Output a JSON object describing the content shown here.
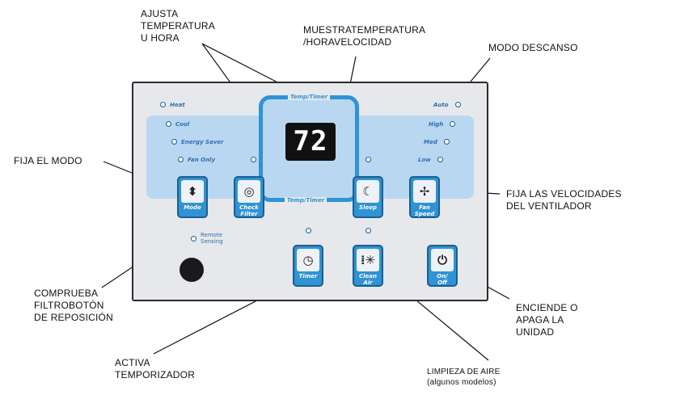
{
  "callouts": {
    "adjust": [
      "AJUSTA",
      "TEMPERATURA",
      "U HORA"
    ],
    "display": [
      "MUESTRATEMPERATURA",
      "/HORAVELOCIDAD"
    ],
    "sleep_mode": [
      "MODO DESCANSO"
    ],
    "set_mode": [
      "FIJA EL MODO"
    ],
    "fan_speed": [
      "FIJA LAS VELOCIDADES",
      "DEL VENTILADOR"
    ],
    "filter": [
      "COMPRUEBA",
      "FILTROBOTÓN",
      "DE REPOSICIÓN"
    ],
    "timer": [
      "ACTIVA",
      "TEMPORIZADOR"
    ],
    "power": [
      "ENCIENDE O",
      "APAGA LA",
      "UNIDAD"
    ],
    "clean_air": [
      "LIMPIEZA DE AIRE",
      "(algunos modelos)"
    ]
  },
  "panel": {
    "display_top_label": "Temp/Timer",
    "display_bottom_label": "Temp/Timer",
    "display_value": "72",
    "modes": [
      "Heat",
      "Cool",
      "Energy Saver",
      "Fan Only"
    ],
    "fan_speeds": [
      "Auto",
      "High",
      "Med",
      "Low"
    ],
    "remote_sensing": [
      "Remote",
      "Sensing"
    ],
    "buttons": {
      "mode": {
        "label": "Mode",
        "icon": "up-down-arrows-icon"
      },
      "filter": {
        "label": [
          "Check",
          "Filter"
        ],
        "icon": "filter-icon"
      },
      "sleep": {
        "label": "Sleep",
        "icon": "moon-icon"
      },
      "fan": {
        "label": [
          "Fan",
          "Speed"
        ],
        "icon": "fan-icon"
      },
      "timer": {
        "label": "Timer",
        "icon": "clock-icon"
      },
      "clean_air": {
        "label": [
          "Clean",
          "Air"
        ],
        "icon": "ionizer-icon"
      },
      "power": {
        "label": [
          "On/",
          "Off"
        ],
        "icon": "power-icon"
      }
    }
  }
}
